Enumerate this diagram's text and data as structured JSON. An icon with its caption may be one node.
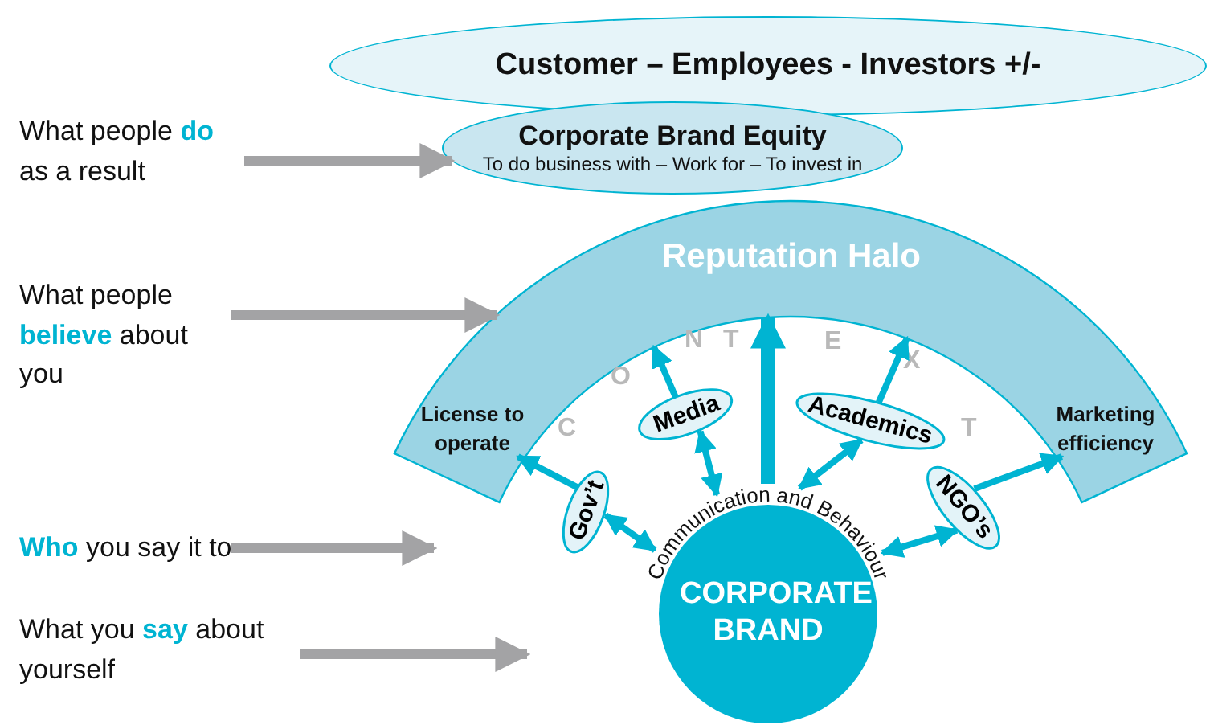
{
  "diagram": {
    "nodes": [
      {
        "text": [
          "Customer – Employees - Investors  +/-"
        ]
      },
      {
        "text": [
          "Corporate Brand Equity",
          "To do business with – Work for – To invest in"
        ]
      },
      {
        "text": [
          "Reputation Halo"
        ]
      },
      {
        "text": [
          "License to operate"
        ],
        "in": 2
      },
      {
        "text": [
          "Marketing efficiency"
        ],
        "in": 2
      },
      {
        "text": [
          "Gov’t"
        ]
      },
      {
        "text": [
          "Media"
        ]
      },
      {
        "text": [
          "Academics"
        ]
      },
      {
        "text": [
          "NGO’s"
        ]
      },
      {
        "text": [
          "CORPORATE BRAND"
        ]
      },
      {
        "text": [
          "What people **do** as a result"
        ]
      },
      {
        "text": [
          "What people **believe** about you"
        ]
      },
      {
        "text": [
          "**Who** you say it to"
        ]
      },
      {
        "text": [
          "What you **say** about yourself"
        ]
      }
    ],
    "edges": [
      {
        "from": 10,
        "to": 1,
        "arrow": "to",
        "color": "#a3a3a5"
      },
      {
        "from": 11,
        "to": 2,
        "arrow": "to",
        "color": "#a3a3a5"
      },
      {
        "from": 12,
        "to": null,
        "arrow": "to",
        "color": "#a3a3a5"
      },
      {
        "from": 13,
        "to": null,
        "arrow": "to",
        "color": "#a3a3a5"
      },
      {
        "from": 5,
        "to": 3,
        "arrow": "to"
      },
      {
        "from": 5,
        "to": 9,
        "arrow": "both"
      },
      {
        "from": 6,
        "to": 2,
        "arrow": "to"
      },
      {
        "from": 6,
        "to": 9,
        "arrow": "both"
      },
      {
        "from": 9,
        "to": 2,
        "arrow": "to",
        "style": "thick"
      },
      {
        "from": 7,
        "to": 2,
        "arrow": "to"
      },
      {
        "from": 7,
        "to": 9,
        "arrow": "both"
      },
      {
        "from": 8,
        "to": 4,
        "arrow": "to"
      },
      {
        "from": 8,
        "to": 9,
        "arrow": "both"
      }
    ],
    "labels": [
      "C",
      "O",
      "N",
      "T",
      "E",
      "X",
      "T",
      "Communication and Behaviour"
    ]
  }
}
